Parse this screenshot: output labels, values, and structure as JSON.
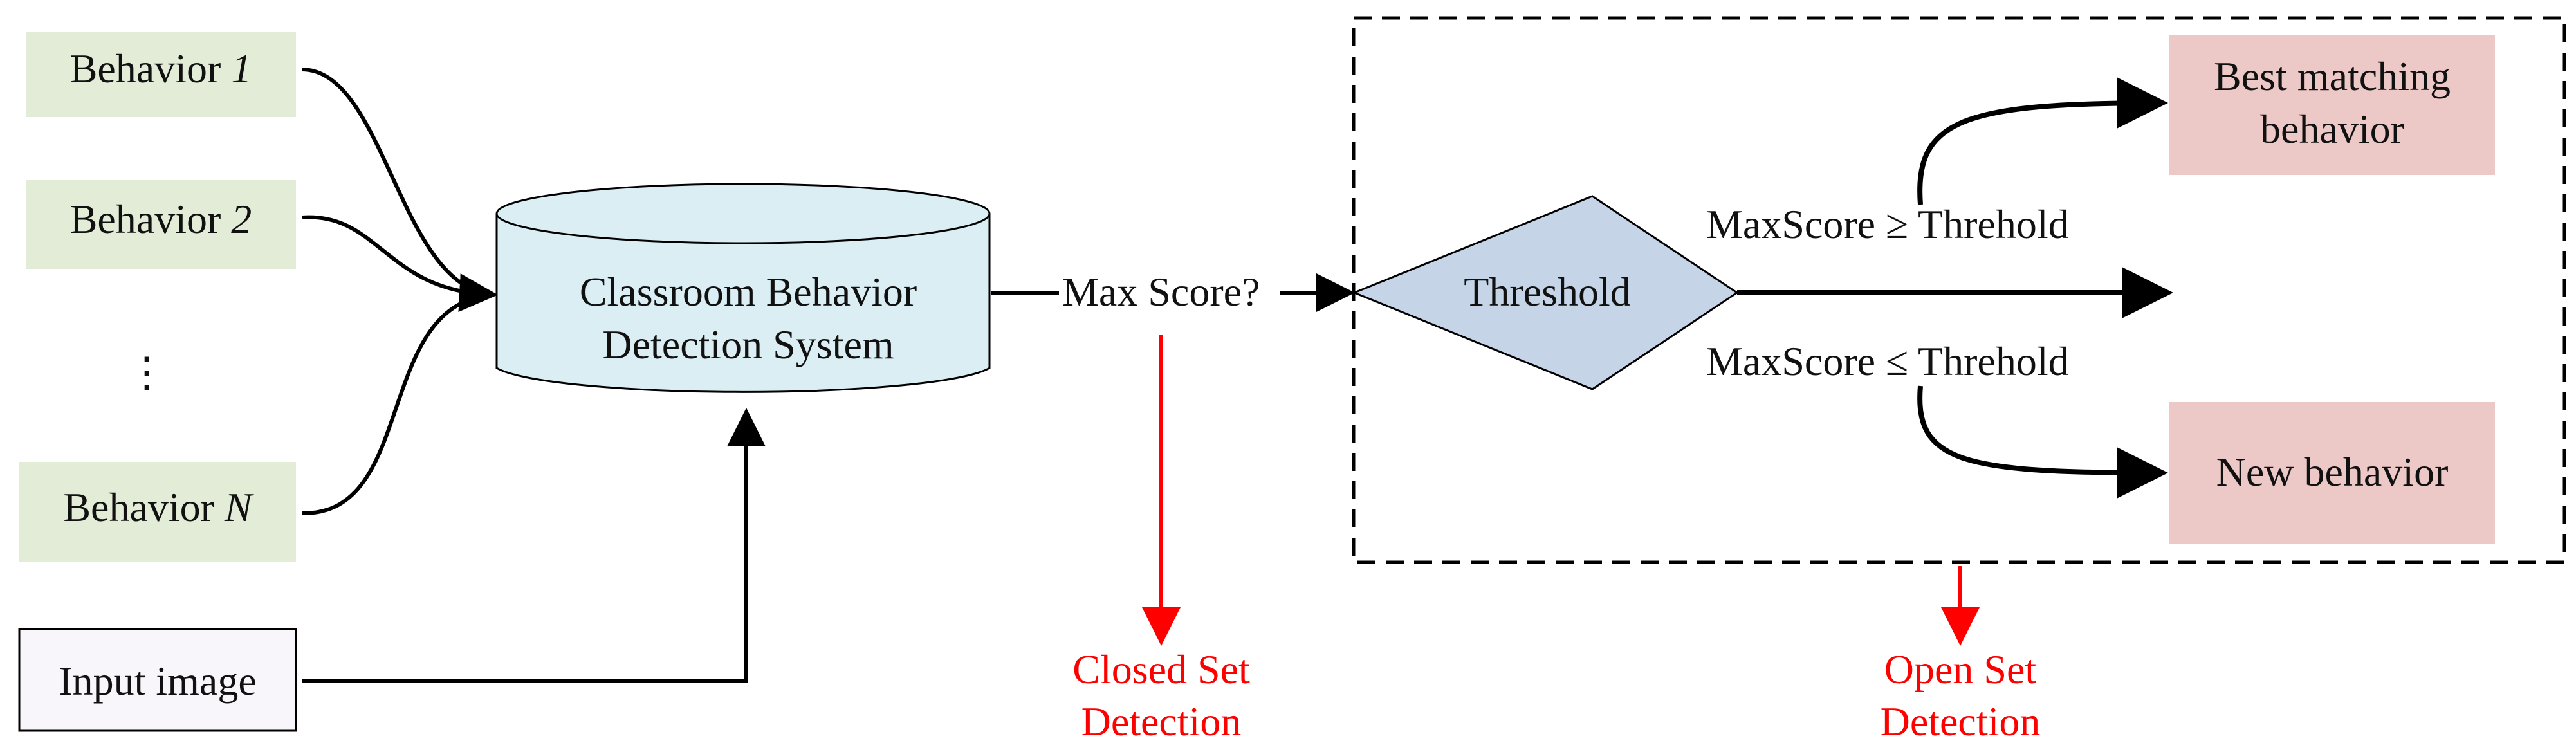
{
  "colors": {
    "behavior_box": "#e2ecd6",
    "input_box": "#f8f6fb",
    "cylinder": "#daeef3",
    "diamond": "#c5d4e7",
    "result_box": "#ecc8c6",
    "arrow": "#000000",
    "accent_red": "#ff0000"
  },
  "behaviors": [
    {
      "prefix": "Behavior ",
      "index": "1"
    },
    {
      "prefix": "Behavior ",
      "index": "2"
    },
    {
      "prefix": "Behavior ",
      "index": "N"
    }
  ],
  "ellipsis": "⋮",
  "input": {
    "label": "Input image"
  },
  "system": {
    "line1": "Classroom Behavior",
    "line2": "Detection System"
  },
  "max_score": {
    "label": "Max Score?"
  },
  "threshold": {
    "label": "Threshold"
  },
  "conditions": {
    "upper": "MaxScore ≥ Threhold",
    "lower": "MaxScore ≤ Threhold"
  },
  "outcomes": {
    "best": {
      "line1": "Best matching",
      "line2": "behavior"
    },
    "new": {
      "label": "New behavior"
    }
  },
  "closed_set": {
    "line1": "Closed Set",
    "line2": "Detection"
  },
  "open_set": {
    "line1": "Open Set",
    "line2": "Detection"
  }
}
